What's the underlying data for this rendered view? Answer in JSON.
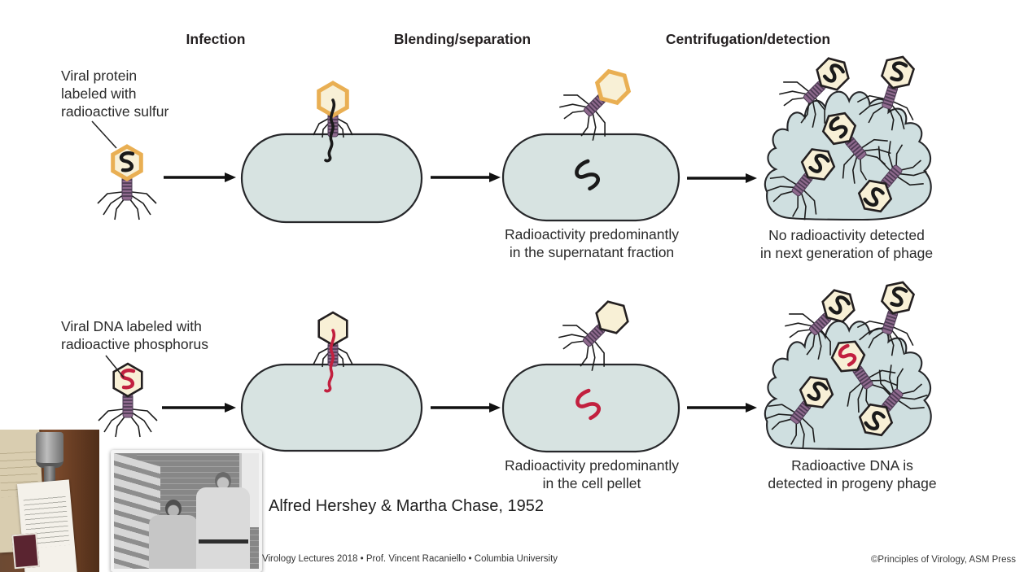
{
  "slide": {
    "headers": [
      "Infection",
      "Blending/separation",
      "Centrifugation/detection"
    ],
    "row_protein": {
      "label_lines": [
        "Viral protein",
        "labeled with",
        "radioactive sulfur"
      ],
      "caption_separation": [
        "Radioactivity predominantly",
        "in the supernatant fraction"
      ],
      "caption_detection": [
        "No radioactivity detected",
        "in next generation of phage"
      ]
    },
    "row_dna": {
      "label_lines": [
        "Viral DNA labeled with",
        "radioactive phosphorus"
      ],
      "caption_separation": [
        "Radioactivity predominantly",
        "in the cell pellet"
      ],
      "caption_detection": [
        "Radioactive DNA is",
        "detected in progeny phage"
      ]
    },
    "credit": "Alfred Hershey & Martha Chase, 1952",
    "footer_left": "Virology Lectures 2018 • Prof. Vincent Racaniello • Columbia University",
    "footer_right": "©Principles of Virology, ASM Press",
    "colors": {
      "cell_fill": "#d7e3e1",
      "lysed_cell_fill": "#cfdfe0",
      "outline": "#231f20",
      "phage_head_fill": "#f8f0d6",
      "phage_head_sulfur_outline": "#e9af53",
      "tail_purple": "#8f6a8e",
      "tail_stripe": "#4e3c55",
      "dna_black": "#1a1a1a",
      "dna_red": "#c2203f"
    },
    "icons": {
      "phage-icon": "hexagon head + striped tail + spider legs (SVG shapes)",
      "bacterium-cell": "rounded capsule (SVG rect rx)",
      "lysed-cell-icon": "burst blob with finger lobes (SVG path)",
      "arrow-icon": "→ (SVG line + triangle marker)",
      "dna-squiggle-icon": "S-curve stroke (SVG path)"
    }
  }
}
